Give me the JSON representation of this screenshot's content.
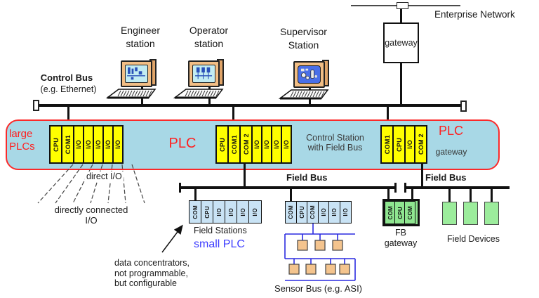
{
  "colors": {
    "band_fill": "#A8D8E6",
    "band_border": "#FB2A2A",
    "module_yellow": "#FFFF00",
    "module_blue": "#C9E3F5",
    "module_green": "#8FE690",
    "device_green": "#9CEC9C",
    "square_orange": "#F4C48E",
    "sensor_blue": "#2A2AE0",
    "red_text": "#FF2020",
    "blue_text": "#3D3DFF"
  },
  "enterprise": {
    "label": "Enterprise Network",
    "gateway_label": "gateway"
  },
  "stations": [
    {
      "name_line1": "Engineer",
      "name_line2": "station"
    },
    {
      "name_line1": "Operator",
      "name_line2": "station"
    },
    {
      "name_line1": "Supervisor",
      "name_line2": "Station"
    }
  ],
  "control_bus": {
    "title": "Control Bus",
    "subtitle": "(e.g. Ethernet)"
  },
  "plc_band": {
    "left_line1": "large",
    "left_line2": "PLCs",
    "center_plc": "PLC",
    "control_station_line1": "Control Station",
    "control_station_line2": "with Field Bus",
    "right_plc": "PLC",
    "right_gateway": "gateway",
    "rack_large": [
      "CPU",
      "COM1",
      "I/O",
      "I/O",
      "I/O",
      "I/O",
      "I/O"
    ],
    "rack_field": [
      "CPU",
      "COM1",
      "COM 2",
      "I/O",
      "I/O",
      "I/O",
      "I/O"
    ],
    "rack_gateway": [
      "COM1",
      "CPU",
      "I/O",
      "COM 2"
    ]
  },
  "direct_io": {
    "label": "direct I/O",
    "caption_line1": "directly connected",
    "caption_line2": "I/O"
  },
  "field_bus": {
    "left_label": "Field Bus",
    "right_label": "Field Bus"
  },
  "field_stations": {
    "rack1": [
      "COM",
      "CPU",
      "I/O",
      "I/O",
      "I/O",
      "I/O"
    ],
    "rack2": [
      "COM",
      "CPU",
      "COM",
      "I/O",
      "I/O",
      "I/O"
    ],
    "label": "Field Stations",
    "small_plc": "small PLC"
  },
  "annotation": {
    "line1": "data concentrators,",
    "line2": "not programmable,",
    "line3": "but configurable"
  },
  "sensor_bus": {
    "label": "Sensor Bus (e.g. ASI)",
    "row1_squares": 3,
    "row2_squares": 4
  },
  "fb_gateway": {
    "modules": [
      "COM",
      "CPU",
      "COM"
    ],
    "label_line1": "FB",
    "label_line2": "gateway"
  },
  "field_devices": {
    "label": "Field Devices",
    "count": 3
  }
}
